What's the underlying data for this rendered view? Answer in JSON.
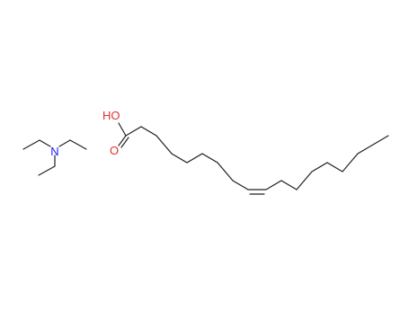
{
  "molecules": [
    {
      "name": "triethylamine",
      "atom_labels": [
        {
          "id": "N",
          "text": "N",
          "color": "#1a1aff"
        }
      ]
    },
    {
      "name": "oleic acid",
      "atom_labels": [
        {
          "id": "HO",
          "text": "HO",
          "color": "#e03030"
        },
        {
          "id": "O",
          "text": "O",
          "color": "#e03030"
        }
      ]
    }
  ],
  "bond_color": "#222222"
}
